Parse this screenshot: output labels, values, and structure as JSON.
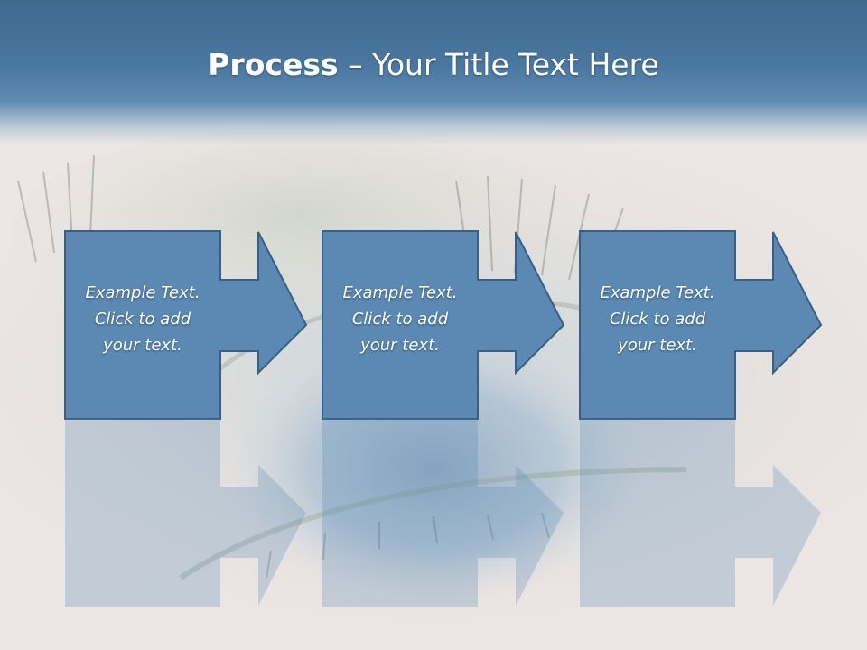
{
  "slide": {
    "title_strong": "Process",
    "title_rest": " – Your Title Text Here"
  },
  "steps": [
    {
      "lines": [
        "Example Text.",
        "Click  to add",
        "your text."
      ]
    },
    {
      "lines": [
        "Example Text.",
        "Click  to add",
        "your text."
      ]
    },
    {
      "lines": [
        "Example Text.",
        "Click  to add",
        "your text."
      ]
    }
  ],
  "colors": {
    "title_bar": "#4a77a0",
    "box_fill": "#5b89b3",
    "box_border": "#3a5f82",
    "text": "#ffffff"
  },
  "background_image": "close-up-eye"
}
